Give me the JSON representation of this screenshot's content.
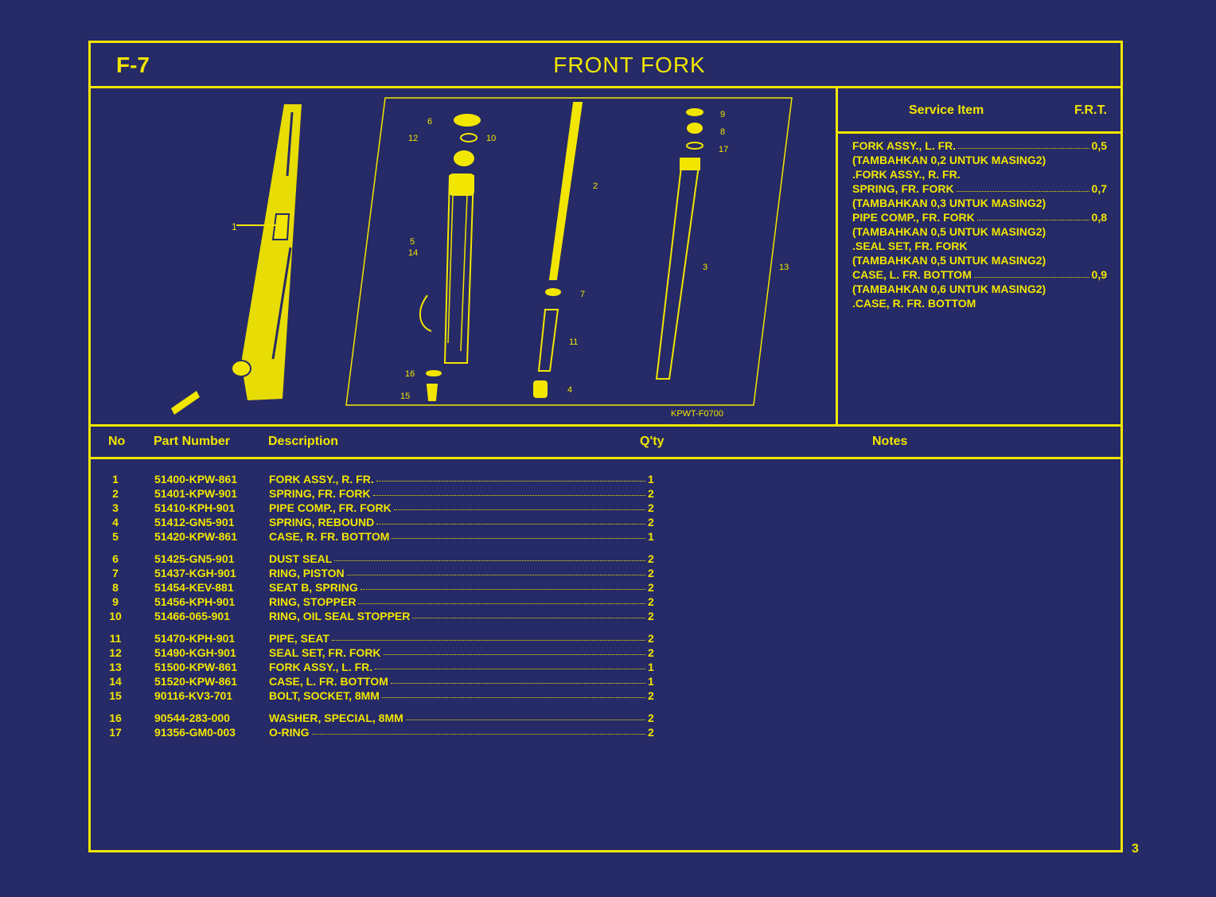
{
  "header": {
    "page_id": "F-7",
    "title": "FRONT  FORK"
  },
  "service": {
    "col_item": "Service Item",
    "col_frt": "F.R.T.",
    "rows": [
      {
        "label": "FORK ASSY., L. FR.",
        "value": "0,5"
      },
      {
        "label": "(TAMBAHKAN 0,2 UNTUK MASING2)",
        "value": ""
      },
      {
        "label": ".FORK ASSY., R. FR.",
        "value": ""
      },
      {
        "label": "SPRING, FR. FORK",
        "value": "0,7"
      },
      {
        "label": "(TAMBAHKAN 0,3 UNTUK MASING2)",
        "value": ""
      },
      {
        "label": "PIPE COMP., FR. FORK",
        "value": "0,8"
      },
      {
        "label": "(TAMBAHKAN 0,5 UNTUK MASING2)",
        "value": ""
      },
      {
        "label": ".SEAL SET, FR. FORK",
        "value": ""
      },
      {
        "label": "(TAMBAHKAN 0,5 UNTUK MASING2)",
        "value": ""
      },
      {
        "label": "CASE, L. FR. BOTTOM",
        "value": "0,9"
      },
      {
        "label": "(TAMBAHKAN 0,6 UNTUK MASING2)",
        "value": ""
      },
      {
        "label": ".CASE, R. FR. BOTTOM",
        "value": ""
      }
    ]
  },
  "diagram": {
    "code": "KPWT-F0700",
    "callouts": [
      "1",
      "2",
      "3",
      "4",
      "5",
      "14",
      "6",
      "7",
      "8",
      "9",
      "10",
      "11",
      "12",
      "13",
      "15",
      "16",
      "17"
    ]
  },
  "table": {
    "headers": {
      "no": "No",
      "part": "Part Number",
      "desc": "Description",
      "qty": "Q'ty",
      "notes": "Notes"
    },
    "rows": [
      {
        "no": "1",
        "part": "51400-KPW-861",
        "desc": "FORK ASSY., R. FR.",
        "qty": "1"
      },
      {
        "no": "2",
        "part": "51401-KPW-901",
        "desc": "SPRING, FR. FORK",
        "qty": "2"
      },
      {
        "no": "3",
        "part": "51410-KPH-901",
        "desc": "PIPE COMP., FR. FORK",
        "qty": "2"
      },
      {
        "no": "4",
        "part": "51412-GN5-901",
        "desc": "SPRING, REBOUND",
        "qty": "2"
      },
      {
        "no": "5",
        "part": "51420-KPW-861",
        "desc": "CASE, R. FR. BOTTOM",
        "qty": "1"
      },
      {
        "no": "6",
        "part": "51425-GN5-901",
        "desc": "DUST SEAL",
        "qty": "2"
      },
      {
        "no": "7",
        "part": "51437-KGH-901",
        "desc": "RING, PISTON",
        "qty": "2"
      },
      {
        "no": "8",
        "part": "51454-KEV-881",
        "desc": "SEAT B, SPRING",
        "qty": "2"
      },
      {
        "no": "9",
        "part": "51456-KPH-901",
        "desc": "RING, STOPPER",
        "qty": "2"
      },
      {
        "no": "10",
        "part": "51466-065-901",
        "desc": "RING, OIL SEAL STOPPER",
        "qty": "2"
      },
      {
        "no": "11",
        "part": "51470-KPH-901",
        "desc": "PIPE, SEAT",
        "qty": "2"
      },
      {
        "no": "12",
        "part": "51490-KGH-901",
        "desc": "SEAL SET, FR. FORK",
        "qty": "2"
      },
      {
        "no": "13",
        "part": "51500-KPW-861",
        "desc": "FORK ASSY., L. FR.",
        "qty": "1"
      },
      {
        "no": "14",
        "part": "51520-KPW-861",
        "desc": "CASE, L. FR. BOTTOM",
        "qty": "1"
      },
      {
        "no": "15",
        "part": "90116-KV3-701",
        "desc": "BOLT, SOCKET, 8MM",
        "qty": "2"
      },
      {
        "no": "16",
        "part": "90544-283-000",
        "desc": "WASHER, SPECIAL, 8MM",
        "qty": "2"
      },
      {
        "no": "17",
        "part": "91356-GM0-003",
        "desc": "O-RING",
        "qty": "2"
      }
    ]
  },
  "footer": {
    "page_number": "3"
  },
  "colors": {
    "background": "#262a66",
    "ink": "#f2e600"
  }
}
